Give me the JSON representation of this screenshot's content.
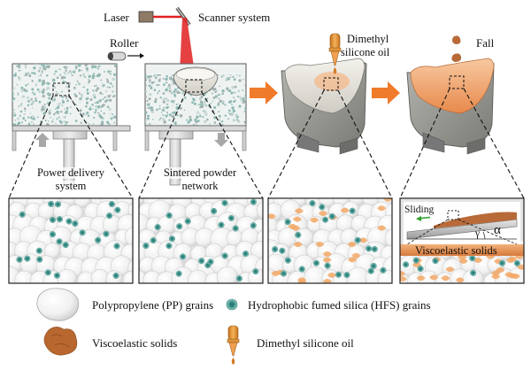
{
  "labels": {
    "laser": "Laser",
    "scanner": "Scanner system",
    "roller": "Roller",
    "dimethyl_line1": "Dimethyl",
    "dimethyl_line2": "silicone oil",
    "fall": "Fall",
    "power_line1": "Power delivery",
    "power_line2": "system",
    "sintered_line1": "Sintered powder",
    "sintered_line2": "network",
    "sliding": "Sliding",
    "viscoelastic_band": "Viscoelastic solids",
    "alpha": "α",
    "gamma": "γ"
  },
  "legend": {
    "pp": "Polypropylene (PP) grains",
    "hfs": "Hydrophobic fumed silica (HFS) grains",
    "visco": "Viscoelastic solids",
    "oil": "Dimethyl silicone oil"
  },
  "colors": {
    "laser_beam": "#e02020",
    "arrow": "#f07b2a",
    "hfs_fill": "#2f7f78",
    "hfs_ring": "#9fd4cf",
    "oil_orange": "#f0a060",
    "visco_brown": "#b86a38",
    "body_gray": "#8f8f8f"
  },
  "icons": {
    "arrow_right": "arrow-right-icon",
    "oil_dropper": "dropper-icon",
    "visco_blob": "blob-icon"
  }
}
